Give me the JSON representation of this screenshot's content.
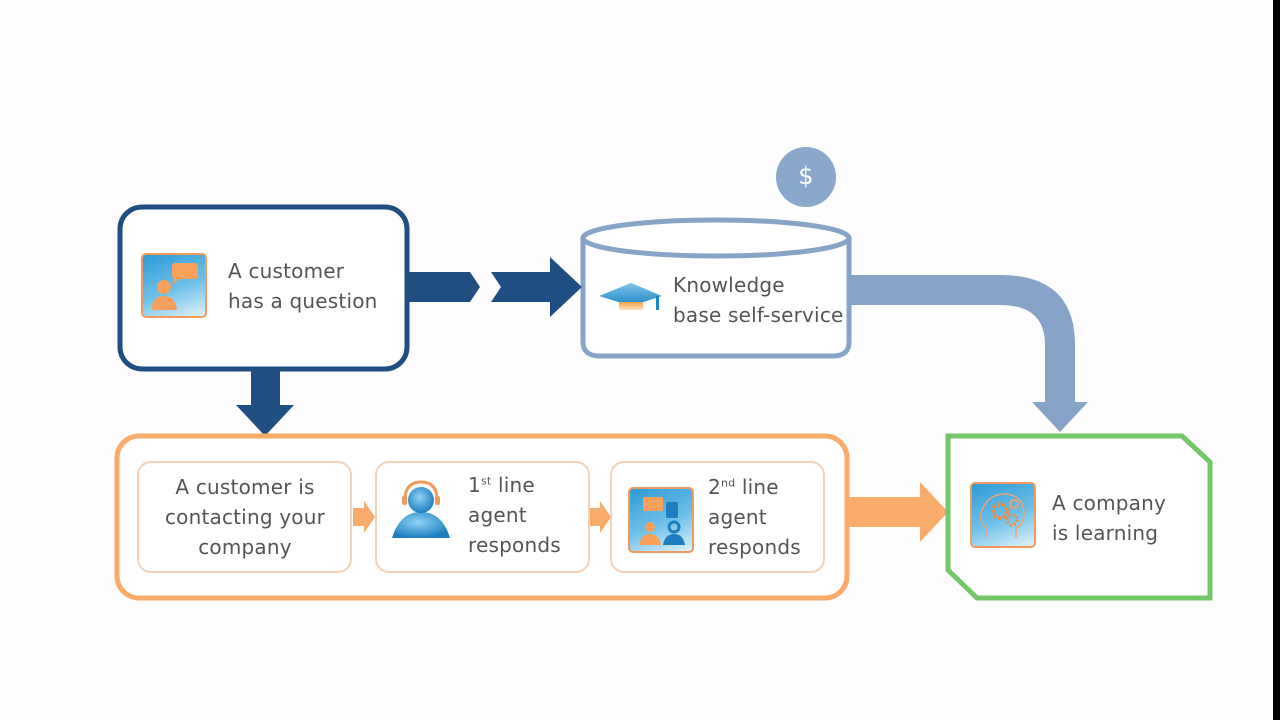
{
  "colors": {
    "dark_blue": "#1f4e82",
    "light_blue": "#86a4c8",
    "orange": "#f9ab6b",
    "orange_light": "#f3d3b5",
    "green": "#72c866",
    "text": "#555555",
    "coin": "#8aa8cc"
  },
  "nodes": {
    "question": {
      "line1": "A customer",
      "line2": "has a question",
      "icon": "customer-question-icon"
    },
    "knowledge": {
      "line1": "Knowledge",
      "line2": "base self-service",
      "icon": "graduation-cap-icon",
      "coin_symbol": "$"
    },
    "contacting": {
      "line1": "A customer is",
      "line2": "contacting your",
      "line3": "company"
    },
    "first_line": {
      "num": "1",
      "sup": "st",
      "rest": " line",
      "line2": "agent",
      "line3": "responds",
      "icon": "headset-agent-icon"
    },
    "second_line": {
      "num": "2",
      "sup": "nd",
      "rest": " line",
      "line2": "agent",
      "line3": "responds",
      "icon": "agents-chat-icon"
    },
    "learning": {
      "line1": "A company",
      "line2": "is learning",
      "icon": "head-gears-icon"
    }
  }
}
